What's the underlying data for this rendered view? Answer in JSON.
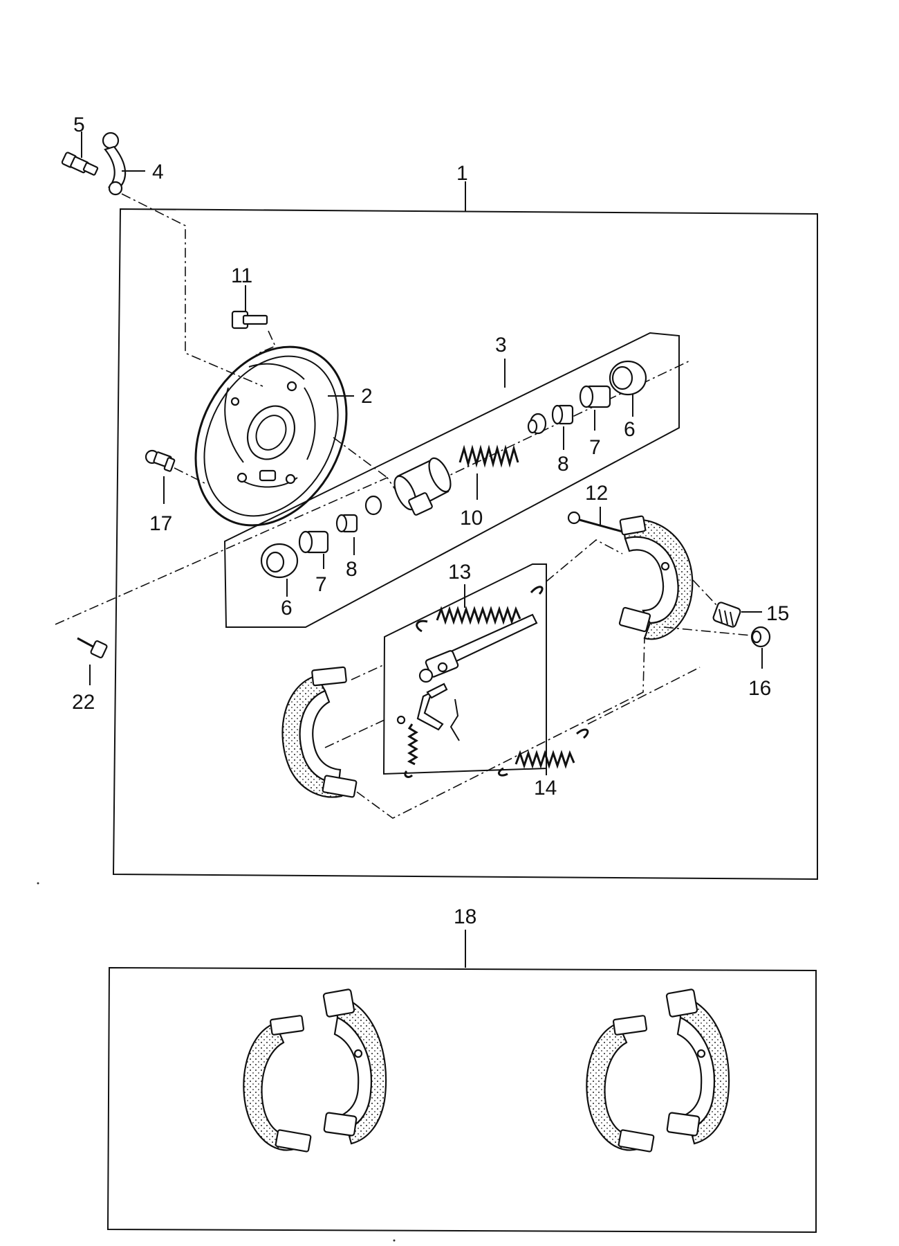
{
  "callouts": {
    "c1": "1",
    "c2": "2",
    "c3": "3",
    "c4": "4",
    "c5": "5",
    "c6a": "6",
    "c6b": "6",
    "c7a": "7",
    "c7b": "7",
    "c8a": "8",
    "c8b": "8",
    "c10": "10",
    "c11": "11",
    "c12": "12",
    "c13": "13",
    "c14": "14",
    "c15": "15",
    "c16": "16",
    "c17": "17",
    "c18": "18",
    "c22": "22"
  }
}
